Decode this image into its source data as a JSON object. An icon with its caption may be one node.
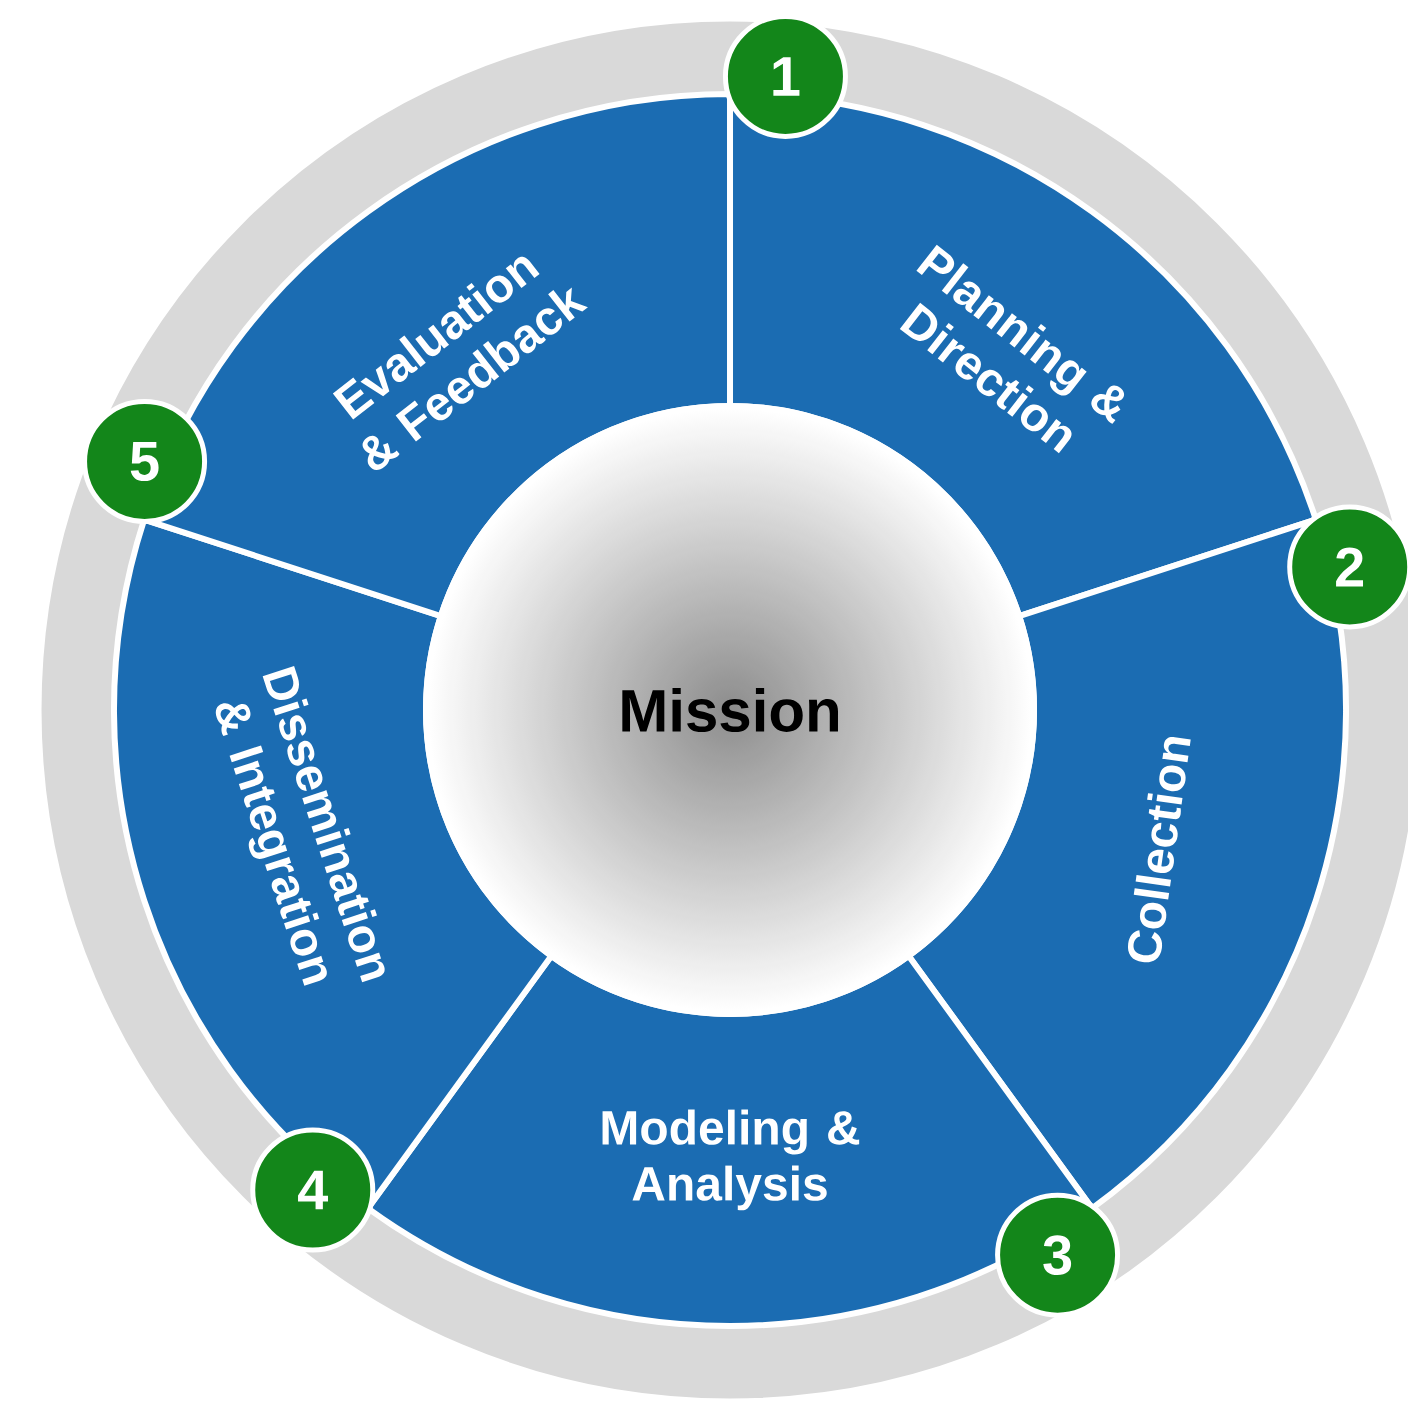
{
  "diagram": {
    "nodes": [
      {
        "text": [
          "Mission"
        ]
      },
      {
        "text": [
          "Planning & Direction"
        ]
      },
      {
        "text": [
          "Collection"
        ]
      },
      {
        "text": [
          "Modeling & Analysis"
        ]
      },
      {
        "text": [
          "Dissemination & Integration"
        ]
      },
      {
        "text": [
          "Evaluation & Feedback"
        ]
      },
      {
        "text": [
          "1"
        ]
      },
      {
        "text": [
          "2"
        ]
      },
      {
        "text": [
          "3"
        ]
      },
      {
        "text": [
          "4"
        ]
      },
      {
        "text": [
          "5"
        ]
      }
    ]
  }
}
